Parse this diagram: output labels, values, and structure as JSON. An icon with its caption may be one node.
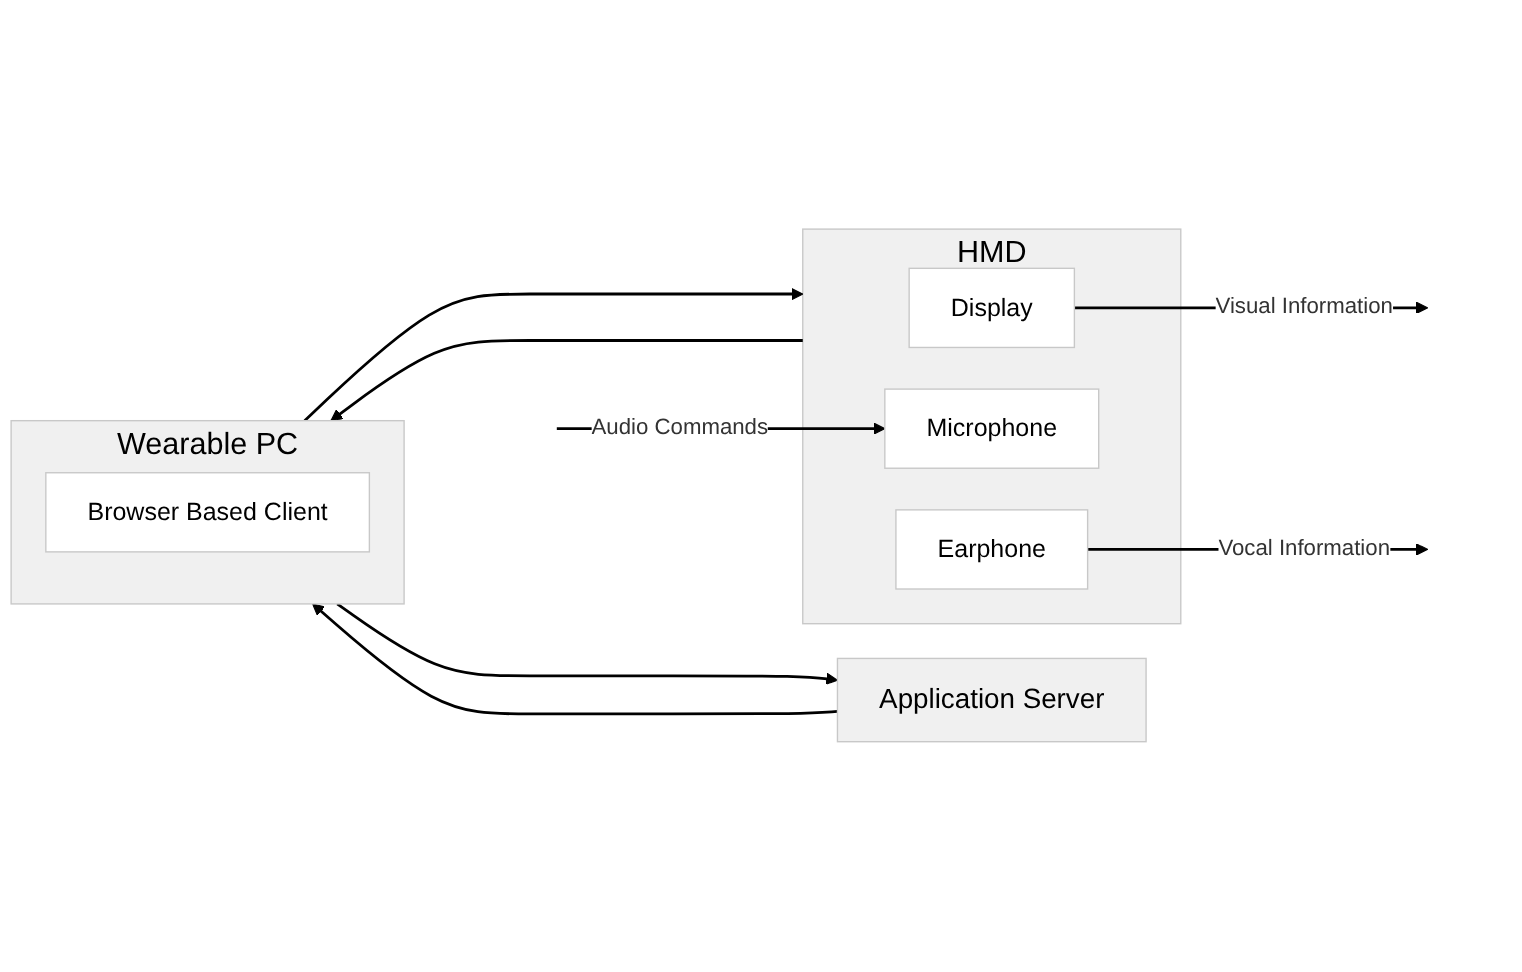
{
  "diagram": {
    "nodes": [
      {
        "text": [
          "HMD"
        ]
      },
      {
        "text": [
          "Display"
        ],
        "in": 0
      },
      {
        "text": [
          "Microphone"
        ],
        "in": 0
      },
      {
        "text": [
          "Earphone"
        ],
        "in": 0
      },
      {
        "text": [
          "Wearable PC"
        ]
      },
      {
        "text": [
          "Browser Based Client"
        ],
        "in": 4
      },
      {
        "text": [
          "Application Server"
        ]
      }
    ],
    "edges": [
      {
        "from": 1,
        "to": null,
        "arrow": "to",
        "label": "Visual Information"
      },
      {
        "from": null,
        "to": 2,
        "arrow": "to",
        "label": "Audio Commands"
      },
      {
        "from": 3,
        "to": null,
        "arrow": "to",
        "label": "Vocal Information"
      },
      {
        "from": 4,
        "to": 0,
        "arrow": "to"
      },
      {
        "from": 0,
        "to": 4,
        "arrow": "to"
      },
      {
        "from": 6,
        "to": 4,
        "arrow": "to"
      },
      {
        "from": 4,
        "to": 6,
        "arrow": "to"
      }
    ]
  }
}
